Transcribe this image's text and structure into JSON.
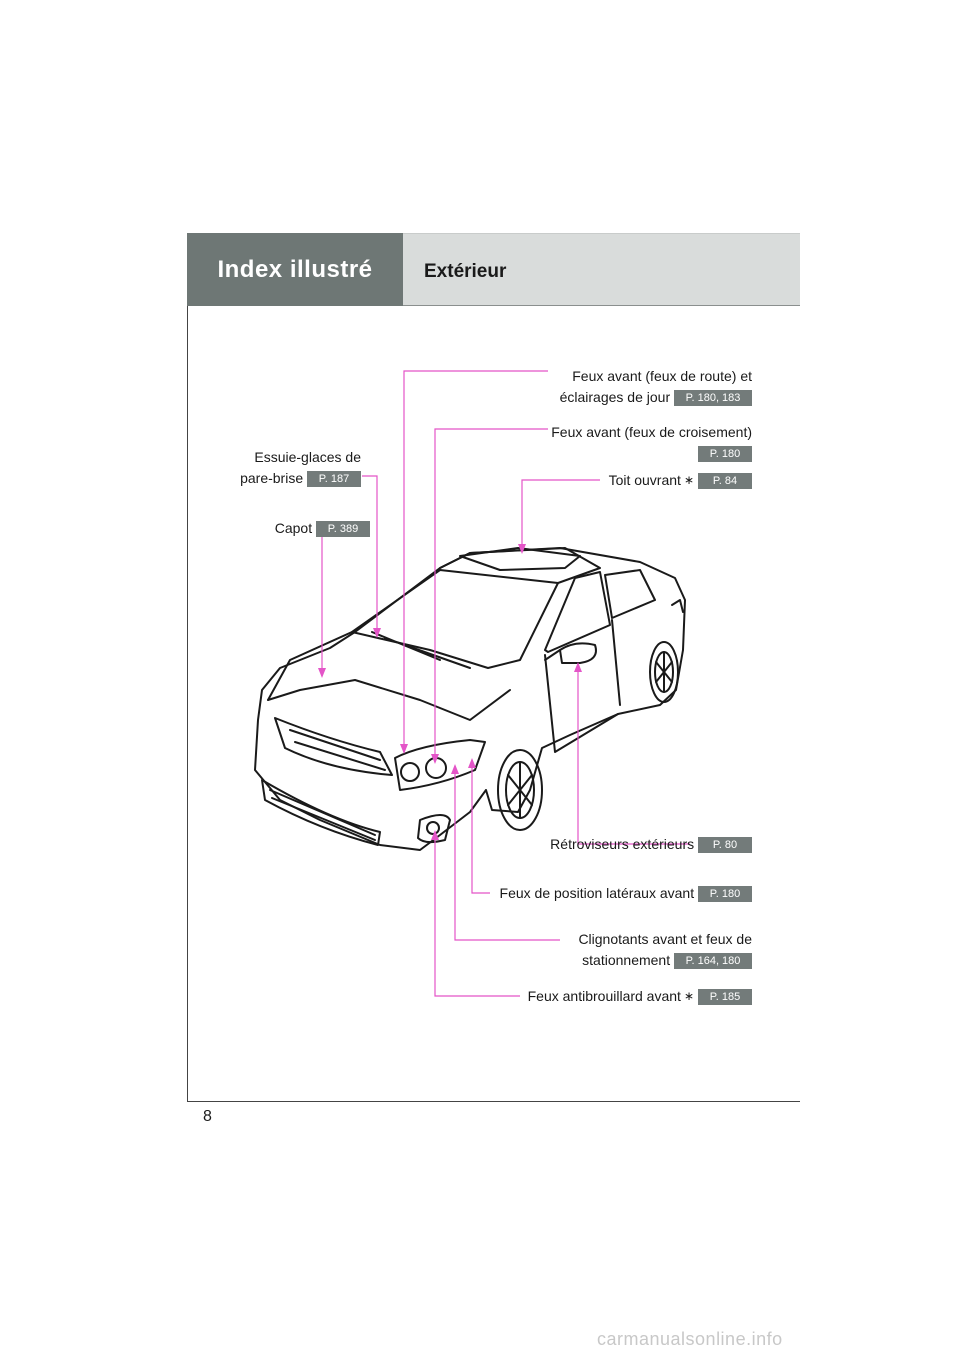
{
  "header": {
    "section": "Index illustré",
    "title": "Extérieur"
  },
  "labels": {
    "headlights_high": {
      "line1": "Feux avant (feux de route) et",
      "line2": "éclairages de jour",
      "page": "P. 180, 183"
    },
    "headlights_low": {
      "line1": "Feux avant (feux de croisement)",
      "page": "P. 180"
    },
    "sunroof": {
      "text": "Toit ouvrant",
      "asterisk": "∗",
      "page": "P. 84"
    },
    "wipers": {
      "line1": "Essuie-glaces de",
      "line2": "pare-brise",
      "page": "P. 187"
    },
    "hood": {
      "text": "Capot",
      "page": "P. 389"
    },
    "mirrors": {
      "text": "Rétroviseurs extérieurs",
      "page": "P. 80"
    },
    "side_markers": {
      "text": "Feux de position latéraux avant",
      "page": "P. 180"
    },
    "turn_signals": {
      "line1": "Clignotants avant et feux de",
      "line2": "stationnement",
      "page": "P. 164, 180"
    },
    "fog_lights": {
      "text": "Feux antibrouillard avant",
      "asterisk": "∗",
      "page": "P. 185"
    }
  },
  "page_number": "8",
  "watermark": "carmanualsonline.info",
  "colors": {
    "leader_line": "#e455c8",
    "header_dark": "#6e7775",
    "header_light": "#d9dcdb",
    "badge": "#737b7a"
  }
}
